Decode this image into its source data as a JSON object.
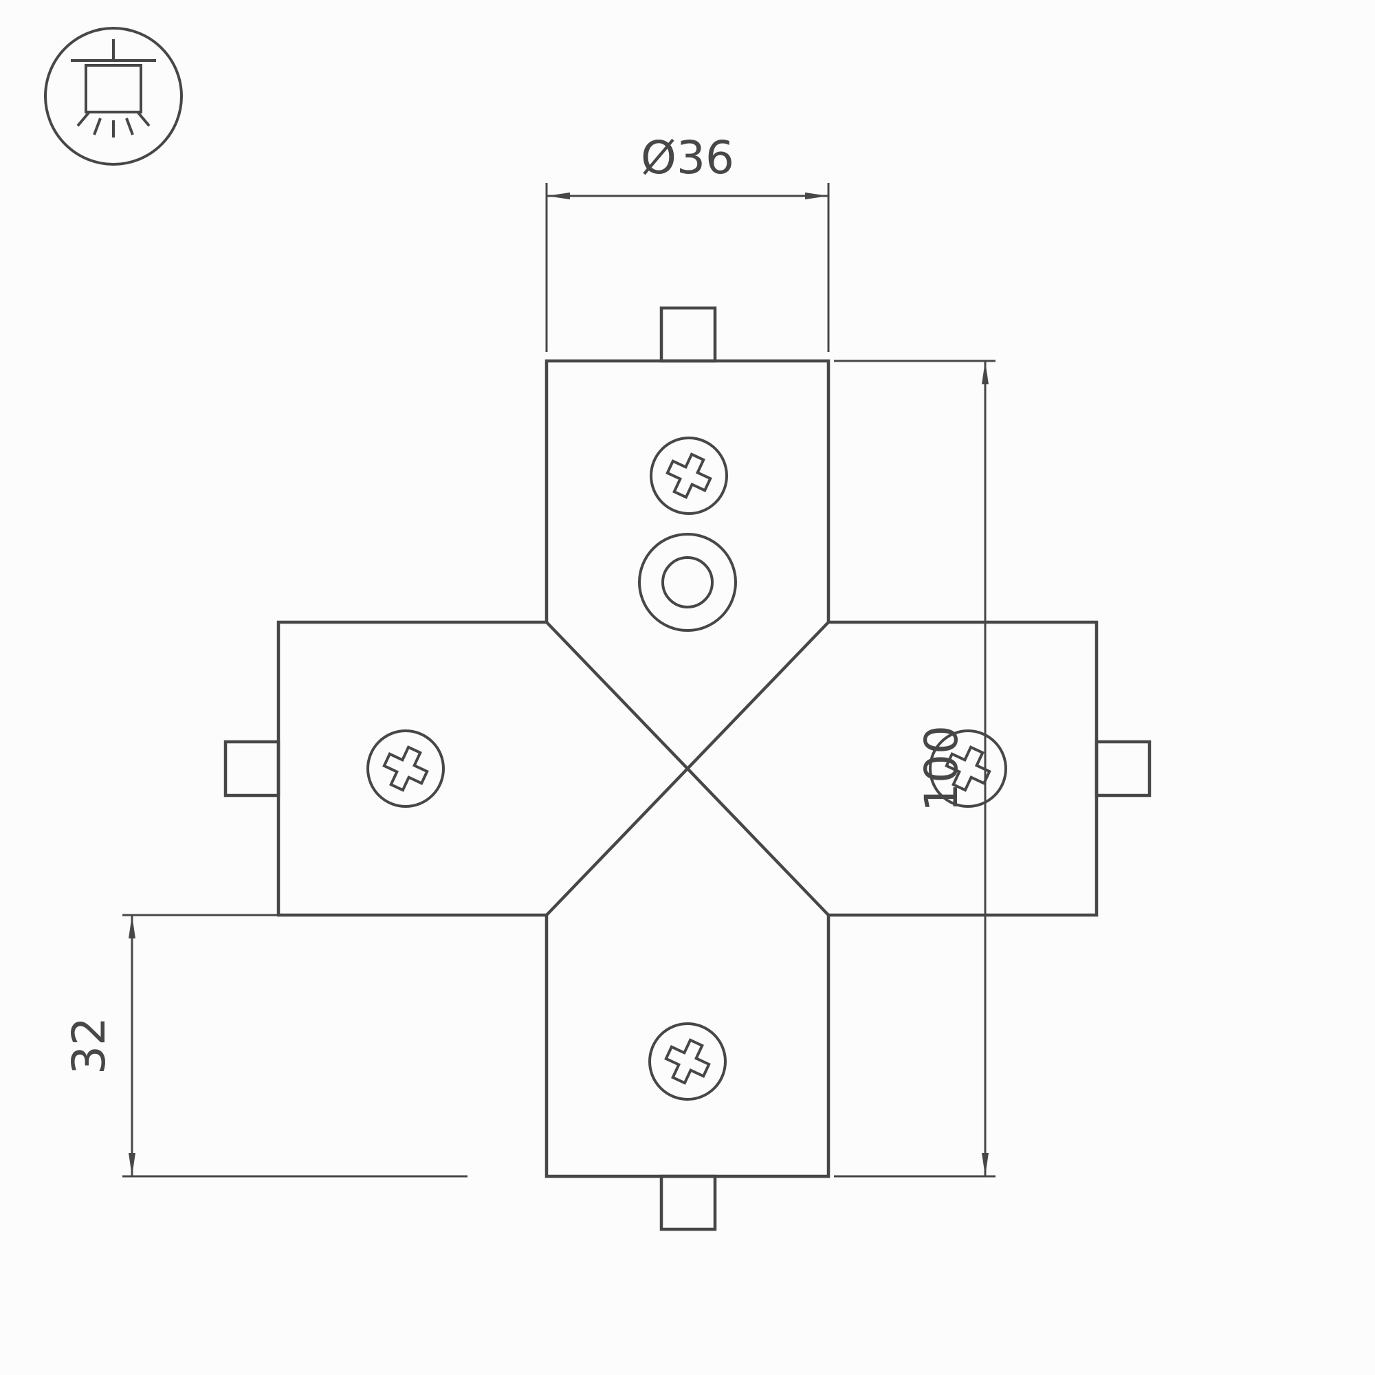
{
  "page": {
    "background_color": "#fcfcfc",
    "line_color": "#474747"
  },
  "drawing": {
    "type": "technical dimension drawing",
    "subject": "four-way cross connector, top view",
    "dimensions": {
      "top_width": {
        "label": "Ø36"
      },
      "overall_height": {
        "label": "100"
      },
      "bottom_offset": {
        "label": "32"
      }
    },
    "icons": {
      "corner_symbol": "pendant-light-icon"
    }
  }
}
